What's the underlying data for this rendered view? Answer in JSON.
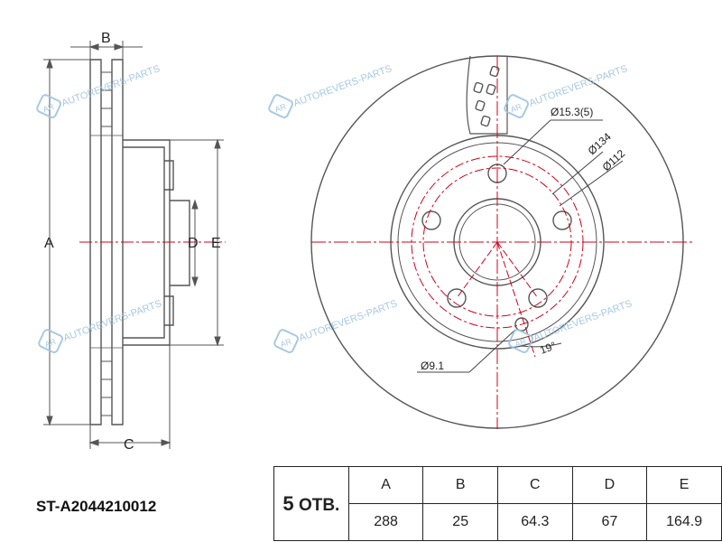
{
  "colors": {
    "outline": "#555555",
    "centerline": "#d0021b",
    "watermark": "#9fc3e0",
    "text": "#222222"
  },
  "labels": {
    "dim_A": "A",
    "dim_B": "B",
    "dim_C": "C",
    "dim_D": "D",
    "dim_E": "E",
    "hole_dia": "Ø15.3(5)",
    "pcd": "Ø134",
    "center_bore": "Ø112",
    "pin_dia": "Ø9.1",
    "angle": "19°"
  },
  "watermark": {
    "text": "AUTOREVERS-PARTS",
    "logo": "AR"
  },
  "part": {
    "code": "ST-A2044210012"
  },
  "table": {
    "holes_num": "5",
    "holes_text": "ОТВ.",
    "headers": [
      "A",
      "B",
      "C",
      "D",
      "E"
    ],
    "values": [
      "288",
      "25",
      "64.3",
      "67",
      "164.9"
    ]
  }
}
